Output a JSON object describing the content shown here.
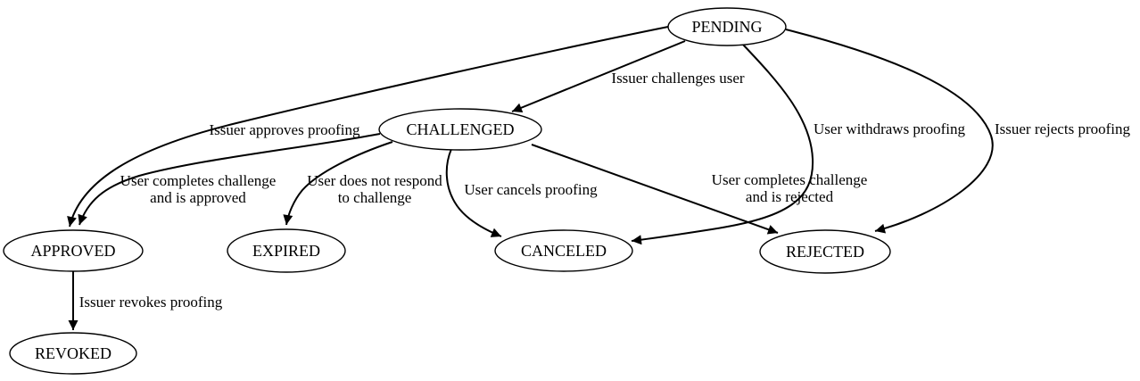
{
  "diagram": {
    "type": "state-machine",
    "background_color": "#ffffff",
    "line_color": "#000000",
    "text_color": "#000000",
    "node_fill": "#ffffff",
    "nodes": [
      {
        "id": "pending",
        "label": "PENDING"
      },
      {
        "id": "challenged",
        "label": "CHALLENGED"
      },
      {
        "id": "approved",
        "label": "APPROVED"
      },
      {
        "id": "expired",
        "label": "EXPIRED"
      },
      {
        "id": "canceled",
        "label": "CANCELED"
      },
      {
        "id": "rejected",
        "label": "REJECTED"
      },
      {
        "id": "revoked",
        "label": "REVOKED"
      }
    ],
    "edges": [
      {
        "from": "PENDING",
        "to": "CHALLENGED",
        "label": "Issuer challenges user",
        "label_lines": [
          "Issuer challenges user"
        ]
      },
      {
        "from": "PENDING",
        "to": "APPROVED",
        "label": "Issuer approves proofing",
        "label_lines": [
          "Issuer approves proofing"
        ]
      },
      {
        "from": "PENDING",
        "to": "CANCELED",
        "label": "User withdraws proofing",
        "label_lines": [
          "User withdraws proofing"
        ]
      },
      {
        "from": "PENDING",
        "to": "REJECTED",
        "label": "Issuer rejects proofing",
        "label_lines": [
          "Issuer rejects proofing"
        ]
      },
      {
        "from": "CHALLENGED",
        "to": "APPROVED",
        "label": "User completes challenge and is approved",
        "label_lines": [
          "User completes challenge",
          "and is approved"
        ]
      },
      {
        "from": "CHALLENGED",
        "to": "EXPIRED",
        "label": "User does not respond to challenge",
        "label_lines": [
          "User does not respond",
          "to challenge"
        ]
      },
      {
        "from": "CHALLENGED",
        "to": "CANCELED",
        "label": "User cancels proofing",
        "label_lines": [
          "User cancels proofing"
        ]
      },
      {
        "from": "CHALLENGED",
        "to": "REJECTED",
        "label": "User completes challenge and is rejected",
        "label_lines": [
          "User completes challenge",
          "and is rejected"
        ]
      },
      {
        "from": "APPROVED",
        "to": "REVOKED",
        "label": "Issuer revokes proofing",
        "label_lines": [
          "Issuer revokes proofing"
        ]
      }
    ]
  }
}
